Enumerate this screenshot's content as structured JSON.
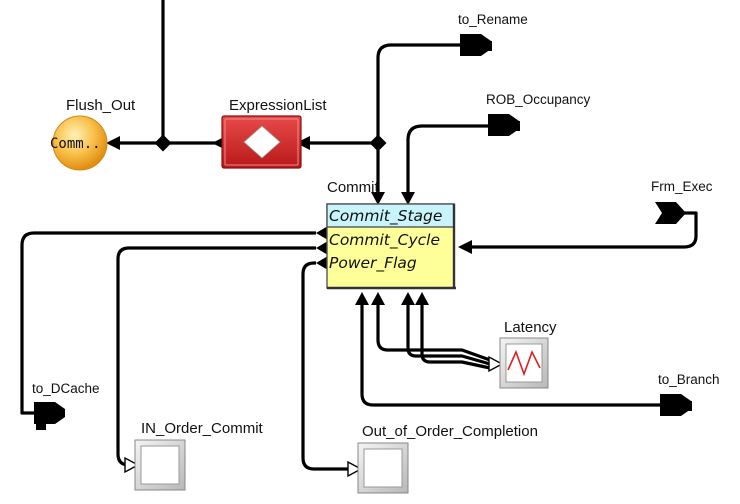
{
  "blocks": {
    "flush_out": {
      "label": "Flush_Out",
      "text": "Comm.."
    },
    "expression_list": {
      "label": "ExpressionList"
    },
    "commit": {
      "label": "Commit",
      "ports": [
        "Commit_Stage",
        "Commit_Cycle",
        "Power_Flag"
      ],
      "header_color": "#c8f4fb",
      "body_color": "#ffff9a"
    },
    "latency": {
      "label": "Latency"
    },
    "in_order_commit": {
      "label": "IN_Order_Commit"
    },
    "out_of_order_completion": {
      "label": "Out_of_Order_Completion"
    }
  },
  "ports_out": {
    "to_rename": "to_Rename",
    "rob_occupancy": "ROB_Occupancy",
    "to_dcache": "to_DCache",
    "to_branch": "to_Branch"
  },
  "ports_in": {
    "frm_exec": "Frm_Exec"
  },
  "colors": {
    "wire": "#000000",
    "expression_block": "#d42a2a",
    "flush_circle": "#f5b43a",
    "commit_header": "#c8f4fb",
    "commit_body": "#ffff9a"
  }
}
